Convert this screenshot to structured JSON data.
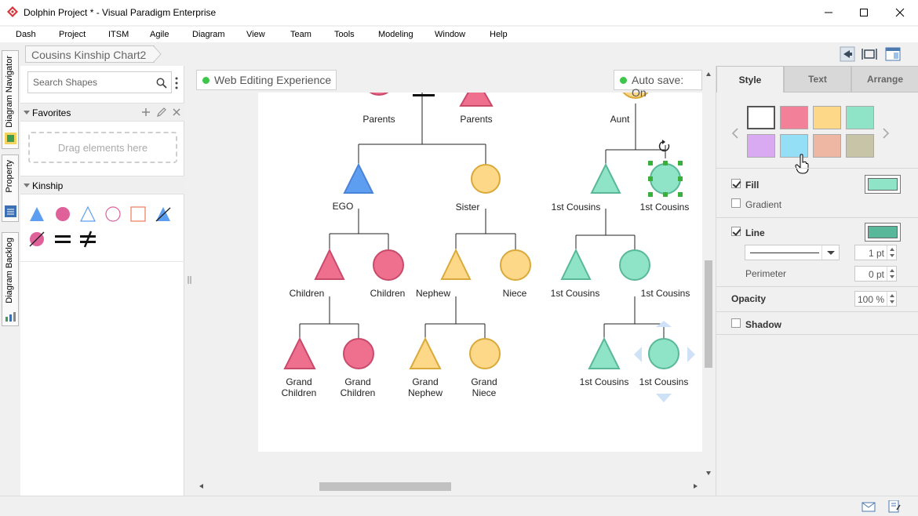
{
  "window": {
    "title": "Dolphin Project * - Visual Paradigm Enterprise",
    "accent": "#d6353a"
  },
  "menu": [
    "Dash",
    "Project",
    "ITSM",
    "Agile",
    "Diagram",
    "View",
    "Team",
    "Tools",
    "Modeling",
    "Window",
    "Help"
  ],
  "breadcrumb": "Cousins Kinship Chart2",
  "left_tabs": [
    "Diagram Navigator",
    "Property",
    "Diagram Backlog"
  ],
  "search": {
    "placeholder": "Search Shapes"
  },
  "favorites": {
    "title": "Favorites",
    "drop_hint": "Drag elements here"
  },
  "kinship": {
    "title": "Kinship",
    "shapes": [
      "male-triangle",
      "female-circle",
      "male-outline",
      "female-outline",
      "unknown-square",
      "deceased-male",
      "deceased-female",
      "marriage-equals",
      "divorce-not-equals"
    ]
  },
  "canvas": {
    "web_editing": "Web Editing Experience",
    "autosave": "Auto save: On"
  },
  "diagram": {
    "colors": {
      "pink": "#ef6f8e",
      "blue": "#5e9ef1",
      "yellow": "#fdd889",
      "green": "#8fe3c6",
      "green_stroke": "#5ab89a",
      "pink_stroke": "#c94a6a",
      "yellow_stroke": "#d9a93a",
      "blue_stroke": "#4a84d8"
    },
    "labels": {
      "parents_left": "Parents",
      "parents_right": "Parents",
      "aunt": "Aunt",
      "ego": "EGO",
      "sister": "Sister",
      "cousin1": "1st Cousins",
      "cousin2": "1st Cousins",
      "children1": "Children",
      "children2": "Children",
      "nephew": "Nephew",
      "niece": "Niece",
      "cousin3": "1st Cousins",
      "cousin4": "1st Cousins",
      "grand_children1": [
        "Grand",
        "Children"
      ],
      "grand_children2": [
        "Grand",
        "Children"
      ],
      "grand_nephew": [
        "Grand",
        "Nephew"
      ],
      "grand_niece": [
        "Grand",
        "Niece"
      ],
      "cousin5": "1st Cousins",
      "cousin6": "1st Cousins"
    }
  },
  "right_panel": {
    "tabs": [
      "Style",
      "Text",
      "Arrange"
    ],
    "active_tab": "Style",
    "palette": [
      "#ffffff",
      "#f38099",
      "#fdd889",
      "#8fe3c6",
      "#d9aaf2",
      "#94dff6",
      "#eeb7a4",
      "#c8c4a8"
    ],
    "selected_swatch": "#94dff6",
    "fill": {
      "label": "Fill",
      "checked": true,
      "color": "#8fe3c6"
    },
    "gradient": {
      "label": "Gradient",
      "checked": false
    },
    "line": {
      "label": "Line",
      "checked": true,
      "color": "#5ab89a",
      "weight": "1 pt"
    },
    "perimeter": {
      "label": "Perimeter",
      "value": "0 pt"
    },
    "opacity": {
      "label": "Opacity",
      "value": "100 %"
    },
    "shadow": {
      "label": "Shadow",
      "checked": false
    }
  }
}
